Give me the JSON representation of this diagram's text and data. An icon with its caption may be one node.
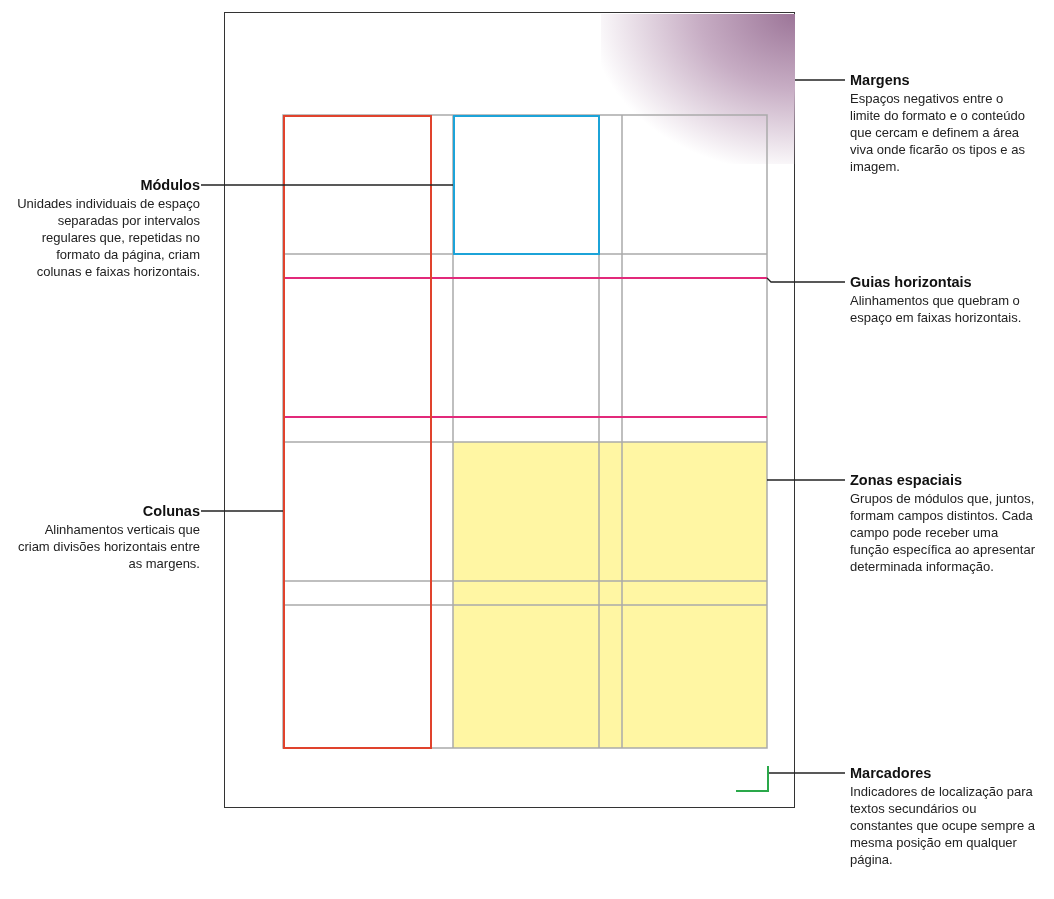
{
  "diagram": {
    "nodes": [
      {
        "text": [],
        "shape": "box"
      },
      {
        "text": [],
        "shape": "area",
        "in": 0
      },
      {
        "text": [
          "Margens",
          "Espaços negativos entre o limite do formato e o conteúdo que cercam e definem a área viva onde ficarão os tipos e as imagem."
        ]
      },
      {
        "text": [
          "Módulos",
          "Unidades individuais de espaço separadas por intervalos regulares que, repetidas no formato da página, criam colunas e faixas horizontais."
        ]
      },
      {
        "text": [],
        "shape": "box",
        "in": 0
      },
      {
        "text": [
          "Guias horizontais",
          "Alinhamentos que quebram o espaço em faixas horizontais."
        ]
      },
      {
        "text": [],
        "shape": "line",
        "in": 0
      },
      {
        "text": [
          "Colunas",
          "Alinhamentos verticais que criam divisões horizontais entre as margens."
        ]
      },
      {
        "text": [],
        "shape": "box",
        "in": 0
      },
      {
        "text": [
          "Zonas espaciais",
          "Grupos de módulos que, juntos, formam campos distintos. Cada campo pode receber uma função específica ao apresentar determinada informação."
        ]
      },
      {
        "text": [],
        "shape": "box",
        "in": 0
      },
      {
        "text": [
          "Marcadores",
          "Indicadores de localização para textos secundários ou constantes que ocupe sempre a mesma posição em qualquer página."
        ]
      },
      {
        "text": [],
        "shape": "mark",
        "in": 0
      }
    ],
    "edges": [
      {
        "from": 2,
        "to": 1,
        "arrow": "none"
      },
      {
        "from": 3,
        "to": 4,
        "arrow": "none"
      },
      {
        "from": 5,
        "to": 6,
        "arrow": "none"
      },
      {
        "from": 7,
        "to": 8,
        "arrow": "none"
      },
      {
        "from": 9,
        "to": 10,
        "arrow": "none"
      },
      {
        "from": 11,
        "to": 12,
        "arrow": "none"
      }
    ]
  }
}
